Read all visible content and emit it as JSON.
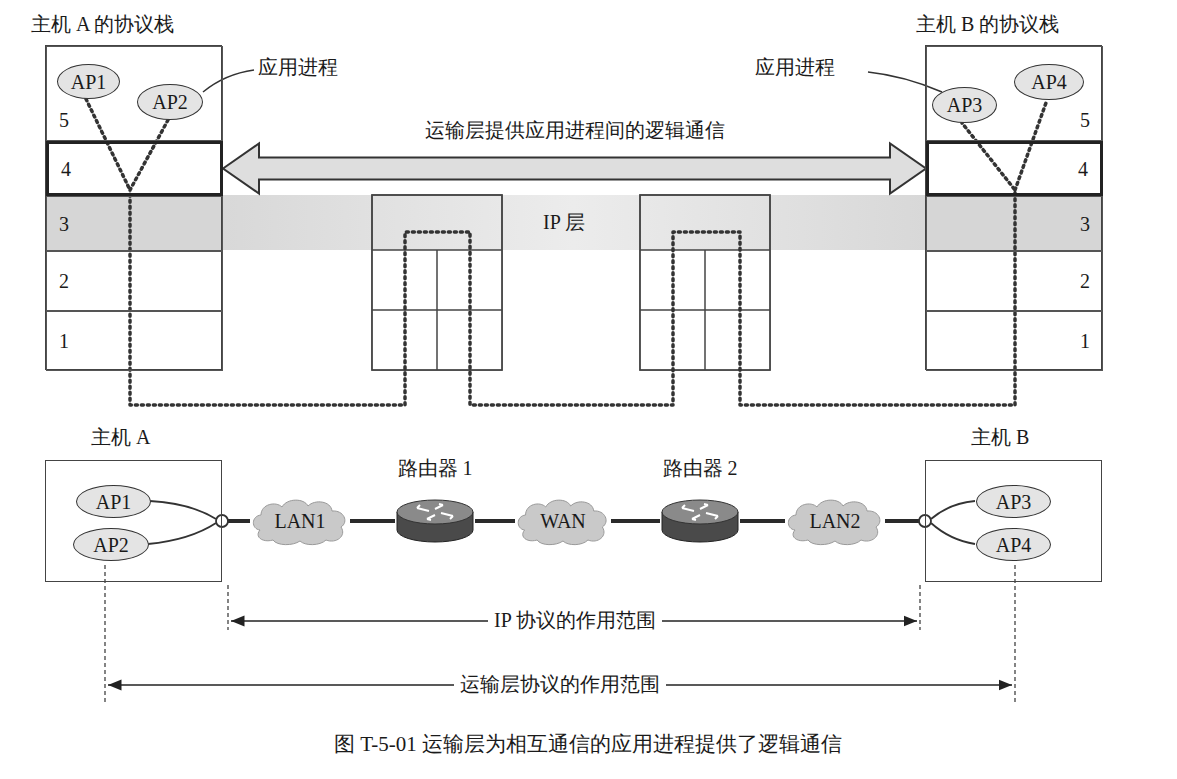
{
  "diagram": {
    "caption": "图 T-5-01 运输层为相互通信的应用进程提供了逻辑通信",
    "nodes": [
      {
        "text": [
          "主机 A 的协议栈"
        ]
      },
      {
        "text": [
          "5"
        ],
        "in": 0
      },
      {
        "text": [
          "AP1"
        ],
        "in": 1
      },
      {
        "text": [
          "AP2"
        ],
        "in": 1
      },
      {
        "text": [
          "4"
        ],
        "in": 0
      },
      {
        "text": [
          "3"
        ],
        "in": 0
      },
      {
        "text": [
          "2"
        ],
        "in": 0
      },
      {
        "text": [
          "1"
        ],
        "in": 0
      },
      {
        "text": [
          "主机 B 的协议栈"
        ]
      },
      {
        "text": [
          "5"
        ],
        "in": 8
      },
      {
        "text": [
          "AP3"
        ],
        "in": 9
      },
      {
        "text": [
          "AP4"
        ],
        "in": 9
      },
      {
        "text": [
          "4"
        ],
        "in": 8
      },
      {
        "text": [
          "3"
        ],
        "in": 8
      },
      {
        "text": [
          "2"
        ],
        "in": 8
      },
      {
        "text": [
          "1"
        ],
        "in": 8
      },
      {
        "text": [
          "主机 A"
        ]
      },
      {
        "text": [
          "AP1"
        ],
        "in": 16
      },
      {
        "text": [
          "AP2"
        ],
        "in": 16
      },
      {
        "text": [
          "LAN1"
        ]
      },
      {
        "text": [
          "路由器 1"
        ]
      },
      {
        "text": [
          "WAN"
        ]
      },
      {
        "text": [
          "路由器 2"
        ]
      },
      {
        "text": [
          "LAN2"
        ]
      },
      {
        "text": [
          "主机 B"
        ]
      },
      {
        "text": [
          "AP3"
        ],
        "in": 24
      },
      {
        "text": [
          "AP4"
        ],
        "in": 24
      }
    ],
    "edges": [
      {
        "from": 4,
        "to": 12,
        "arrow": "both",
        "label": "运输层提供应用进程间的逻辑通信"
      },
      {
        "from": 16,
        "to": 19,
        "arrow": "none"
      },
      {
        "from": 19,
        "to": 20,
        "arrow": "none"
      },
      {
        "from": 20,
        "to": 21,
        "arrow": "none"
      },
      {
        "from": 21,
        "to": 22,
        "arrow": "none"
      },
      {
        "from": 22,
        "to": 23,
        "arrow": "none"
      },
      {
        "from": 23,
        "to": 24,
        "arrow": "none"
      }
    ],
    "labels": [
      "应用进程",
      "应用进程",
      "IP 层",
      "IP 协议的作用范围",
      "运输层协议的作用范围"
    ]
  }
}
